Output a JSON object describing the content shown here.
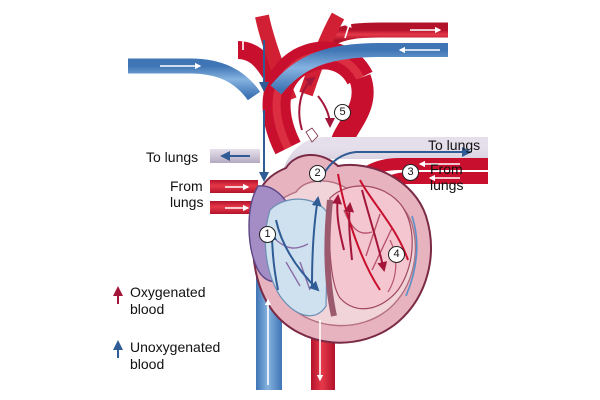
{
  "labels": {
    "to_lungs_left": "To lungs",
    "from_lungs_left": "From\nlungs",
    "to_lungs_right": "To lungs",
    "from_lungs_right": "From\nlungs"
  },
  "markers": [
    "1",
    "2",
    "3",
    "4",
    "5"
  ],
  "legend": {
    "oxygenated": "Oxygenated\nblood",
    "unoxygenated": "Unoxygenated\nblood"
  },
  "colors": {
    "oxygenated": "#c8102e",
    "unoxygenated": "#5b8fc9",
    "pulmonary_artery": "#cfc7d9",
    "heart_muscle": "#e8b6c0",
    "arrow_ox": "#a3163a",
    "arrow_unox": "#2f5c95"
  }
}
